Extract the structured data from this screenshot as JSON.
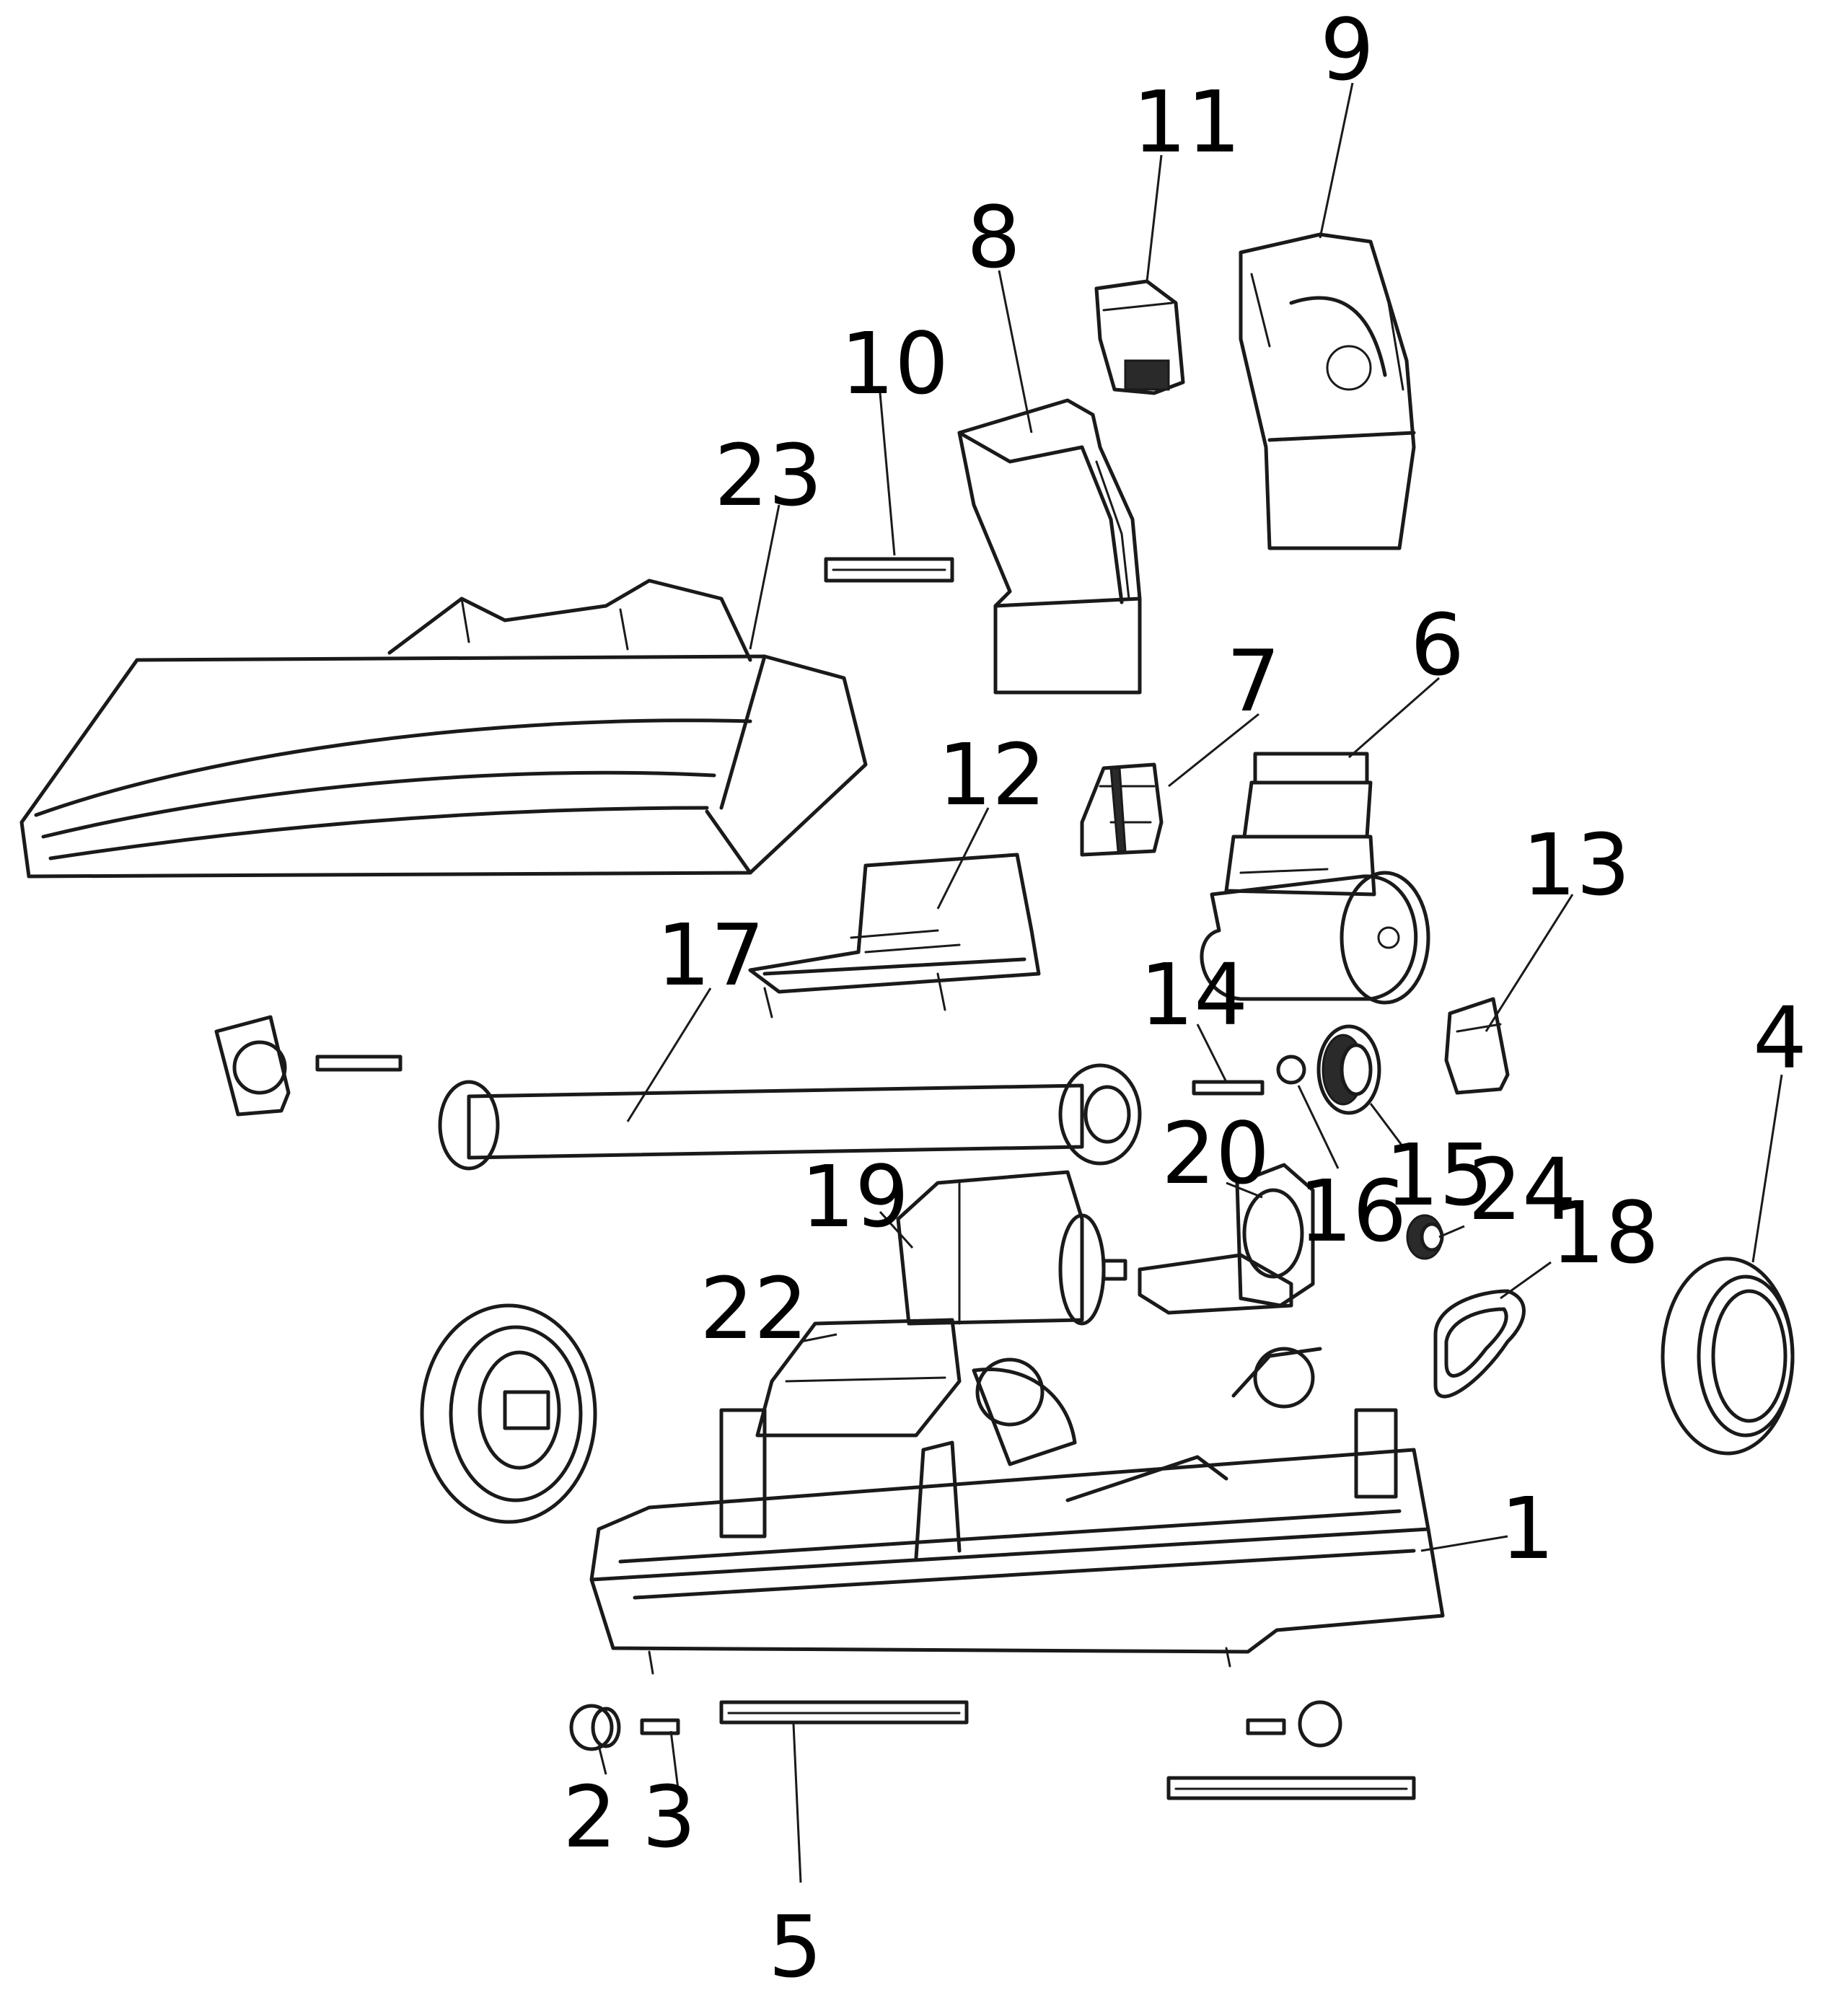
{
  "callouts": {
    "c1": "1",
    "c2": "2",
    "c3": "3",
    "c4": "4",
    "c5": "5",
    "c6": "6",
    "c7": "7",
    "c8": "8",
    "c9": "9",
    "c10": "10",
    "c11": "11",
    "c12": "12",
    "c13": "13",
    "c14": "14",
    "c15": "15",
    "c16": "16",
    "c17": "17",
    "c18": "18",
    "c19": "19",
    "c20": "20",
    "c22": "22",
    "c23": "23",
    "c24": "24"
  }
}
